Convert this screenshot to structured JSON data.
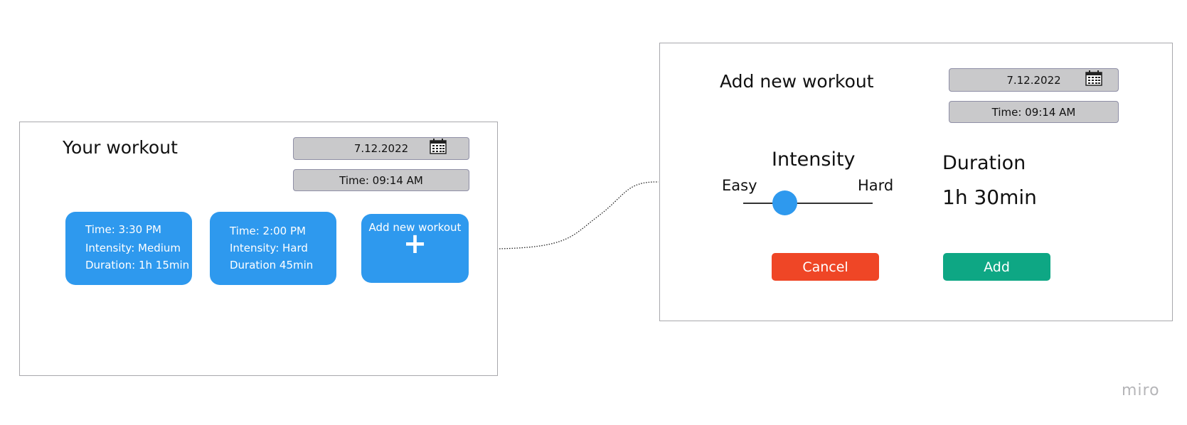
{
  "left_panel": {
    "title": "Your workout",
    "date": "7.12.2022",
    "time": "Time: 09:14 AM",
    "calendar_icon": "calendar-icon",
    "cards": [
      {
        "time": "Time: 3:30 PM",
        "intensity": "Intensity: Medium",
        "duration": "Duration: 1h 15min"
      },
      {
        "time": "Time: 2:00 PM",
        "intensity": "Intensity: Hard",
        "duration": "Duration 45min"
      }
    ],
    "add_card": {
      "label": "Add new workout",
      "plus": "+"
    }
  },
  "right_panel": {
    "title": "Add new workout",
    "date": "7.12.2022",
    "time": "Time: 09:14 AM",
    "intensity": {
      "label": "Intensity",
      "min_label": "Easy",
      "max_label": "Hard",
      "value_fraction": 0.32
    },
    "duration": {
      "label": "Duration",
      "value": "1h 30min"
    },
    "cancel_label": "Cancel",
    "add_label": "Add"
  },
  "colors": {
    "card_blue": "#2e99ee",
    "cancel_red": "#ef4626",
    "add_green": "#0ea784",
    "pill_gray": "#c9c9cb"
  },
  "watermark": "miro"
}
